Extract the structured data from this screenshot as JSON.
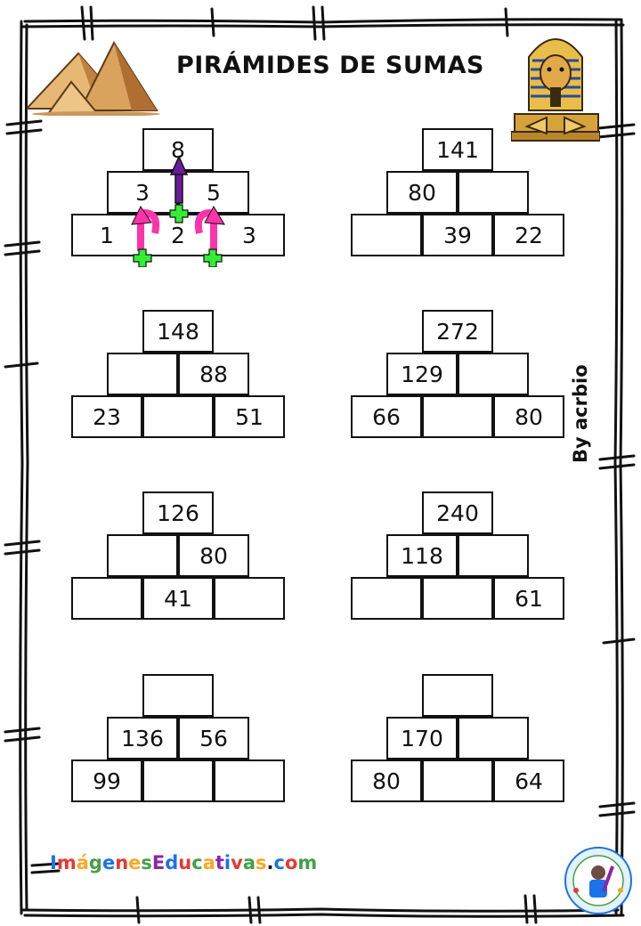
{
  "title": "PIRÁMIDES DE SUMAS",
  "byline": "By acrbio",
  "website": {
    "letters": [
      "I",
      "m",
      "á",
      "g",
      "e",
      "n",
      "e",
      "s",
      "E",
      "d",
      "u",
      "c",
      "a",
      "t",
      "i",
      "v",
      "a",
      "s",
      ".",
      "c",
      "o",
      "m"
    ],
    "colors": [
      "#1a73e8",
      "#e53935",
      "#f9a825",
      "#43a047",
      "#1a73e8",
      "#e53935",
      "#f9a825",
      "#43a047",
      "#8e24aa",
      "#1a73e8",
      "#e53935",
      "#43a047",
      "#f9a825",
      "#8e24aa",
      "#1a73e8",
      "#e53935",
      "#43a047",
      "#f9a825",
      "#111111",
      "#1a73e8",
      "#e53935",
      "#43a047"
    ]
  },
  "example_pyramid": {
    "top": "8",
    "mid": [
      "3",
      "5"
    ],
    "bottom": [
      "1",
      "2",
      "3"
    ]
  },
  "pyramids": [
    {
      "top": "141",
      "mid": [
        "80",
        ""
      ],
      "bottom": [
        "",
        "39",
        "22"
      ]
    },
    {
      "top": "148",
      "mid": [
        "",
        "88"
      ],
      "bottom": [
        "23",
        "",
        "51"
      ]
    },
    {
      "top": "272",
      "mid": [
        "129",
        ""
      ],
      "bottom": [
        "66",
        "",
        "80"
      ]
    },
    {
      "top": "126",
      "mid": [
        "",
        "80"
      ],
      "bottom": [
        "",
        "41",
        ""
      ]
    },
    {
      "top": "240",
      "mid": [
        "118",
        ""
      ],
      "bottom": [
        "",
        "",
        "61"
      ]
    },
    {
      "top": "",
      "mid": [
        "136",
        "56"
      ],
      "bottom": [
        "99",
        "",
        ""
      ]
    },
    {
      "top": "",
      "mid": [
        "170",
        ""
      ],
      "bottom": [
        "80",
        "",
        "64"
      ]
    }
  ],
  "icons": {
    "pyramids_image": "egyptian-pyramids-icon",
    "sphinx_image": "sphinx-icon",
    "plus": "plus-icon",
    "arrow": "arrow-icon",
    "logo": "site-logo-icon"
  },
  "colors": {
    "plus": "#33ee33",
    "arrow_pink": "#ff33aa",
    "arrow_purple": "#6a1b9a",
    "border": "#111111"
  }
}
